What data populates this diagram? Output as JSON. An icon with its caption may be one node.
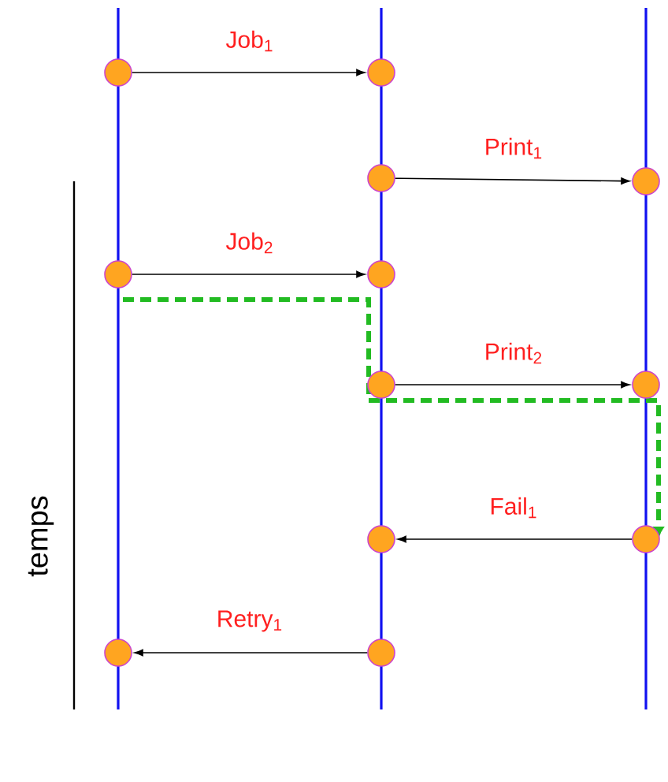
{
  "diagram": {
    "nodes": [
      {
        "text": [],
        "shape": "circle"
      },
      {
        "text": [],
        "shape": "circle"
      },
      {
        "text": [],
        "shape": "circle"
      },
      {
        "text": [],
        "shape": "circle"
      },
      {
        "text": [],
        "shape": "circle"
      },
      {
        "text": [],
        "shape": "circle"
      },
      {
        "text": [],
        "shape": "circle"
      },
      {
        "text": [],
        "shape": "circle"
      },
      {
        "text": [],
        "shape": "circle"
      },
      {
        "text": [],
        "shape": "circle"
      },
      {
        "text": [],
        "shape": "circle"
      },
      {
        "text": [],
        "shape": "circle"
      }
    ],
    "edges": [
      {
        "from": 0,
        "to": 1,
        "arrow": "to",
        "label": "Job$_{1}$"
      },
      {
        "from": 2,
        "to": 3,
        "arrow": "to",
        "label": "Print$_{1}$"
      },
      {
        "from": 4,
        "to": 5,
        "arrow": "to",
        "label": "Job$_{2}$"
      },
      {
        "from": 6,
        "to": 7,
        "arrow": "to",
        "label": "Print$_{2}$"
      },
      {
        "from": 9,
        "to": 8,
        "arrow": "to",
        "label": "Fail$_{1}$"
      },
      {
        "from": 11,
        "to": 10,
        "arrow": "to",
        "label": "Retry$_{1}$"
      }
    ],
    "labels": [
      "temps"
    ]
  }
}
